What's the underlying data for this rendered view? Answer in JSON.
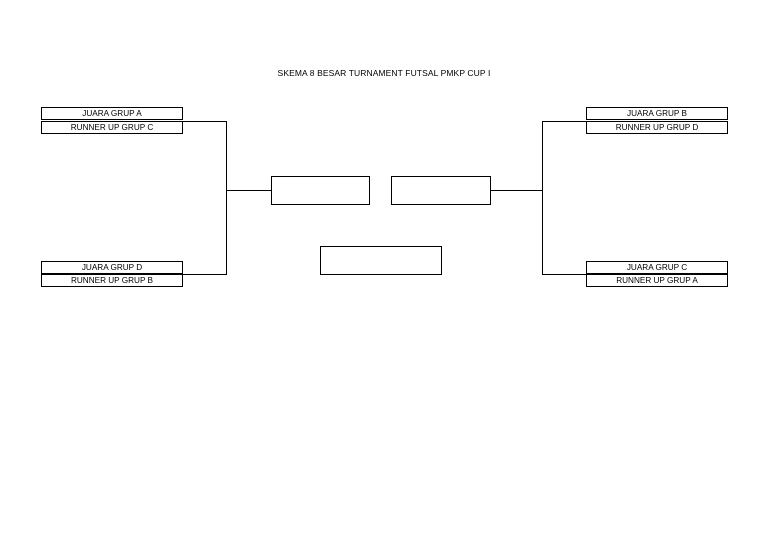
{
  "title": "SKEMA 8 BESAR TURNAMENT FUTSAL PMKP CUP I",
  "left_top": {
    "team1": "JUARA GRUP A",
    "team2": "RUNNER UP GRUP C"
  },
  "left_bottom": {
    "team1": "JUARA GRUP D",
    "team2": "RUNNER UP GRUP B"
  },
  "right_top": {
    "team1": "JUARA GRUP B",
    "team2": "RUNNER UP GRUP D"
  },
  "right_bottom": {
    "team1": "JUARA GRUP C",
    "team2": "RUNNER UP GRUP A"
  }
}
